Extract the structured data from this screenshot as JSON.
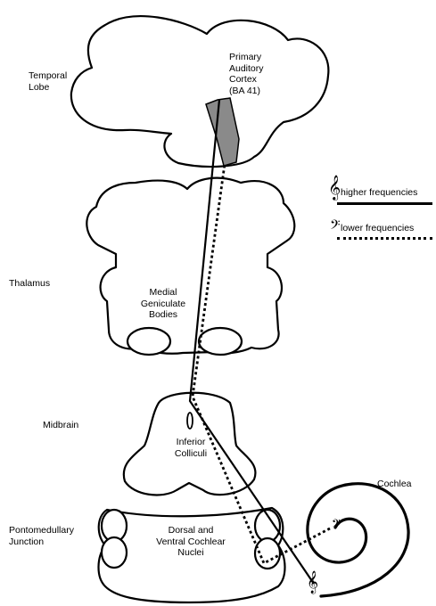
{
  "labels": {
    "temporal_lobe": "Temporal\nLobe",
    "primary_auditory_cortex": "Primary\nAuditory\nCortex\n(BA 41)",
    "thalamus": "Thalamus",
    "medial_geniculate_bodies": "Medial\nGeniculate\nBodies",
    "midbrain": "Midbrain",
    "inferior_colliculi": "Inferior\nColliculi",
    "pontomedullary_junction": "Pontomedullary\nJunction",
    "cochlear_nuclei": "Dorsal and\nVentral Cochlear\nNuclei",
    "cochlea": "Cochlea"
  },
  "legend": {
    "higher": {
      "label": "higher frequencies",
      "symbol": "treble-clef-icon",
      "glyph": "𝄞",
      "line_style": "solid"
    },
    "lower": {
      "label": "lower frequencies",
      "symbol": "bass-clef-icon",
      "glyph": "𝄢",
      "line_style": "dotted"
    }
  },
  "cochlea_markers": {
    "treble": "𝄞",
    "bass": "𝄢"
  },
  "colors": {
    "stroke": "#000000",
    "cortex_fill": "#8a8a8a",
    "background": "#ffffff"
  }
}
